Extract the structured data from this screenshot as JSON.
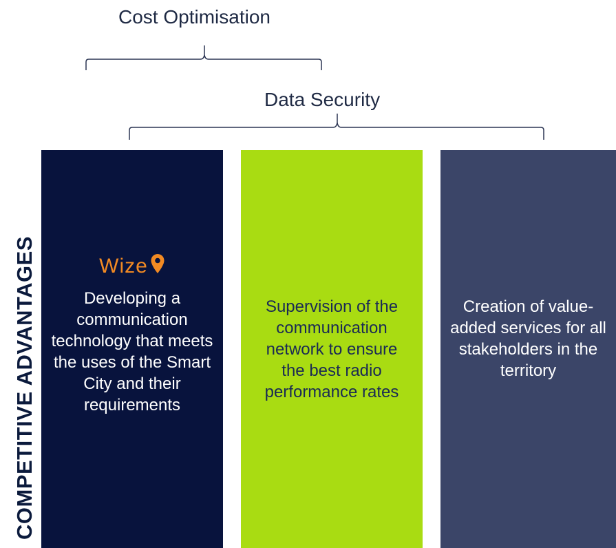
{
  "top_labels": {
    "cost": "Cost Optimisation",
    "security": "Data Security"
  },
  "side_title": "COMPETITIVE ADVANTAGES",
  "boxes": [
    {
      "logo": "Wize",
      "logo_icon": "map-pin-icon",
      "text": "Developing a communication technology that meets the uses of the Smart City and their requirements",
      "color": "#08133d"
    },
    {
      "text": "Supervision of the communication network to ensure the best radio performance rates",
      "color": "#a9dc12"
    },
    {
      "text": "Creation of value-added services for all stakeholders in the territory",
      "color": "#3b4568"
    }
  ],
  "colors": {
    "logo_orange": "#f28a23",
    "text_dark": "#1f2a44"
  }
}
